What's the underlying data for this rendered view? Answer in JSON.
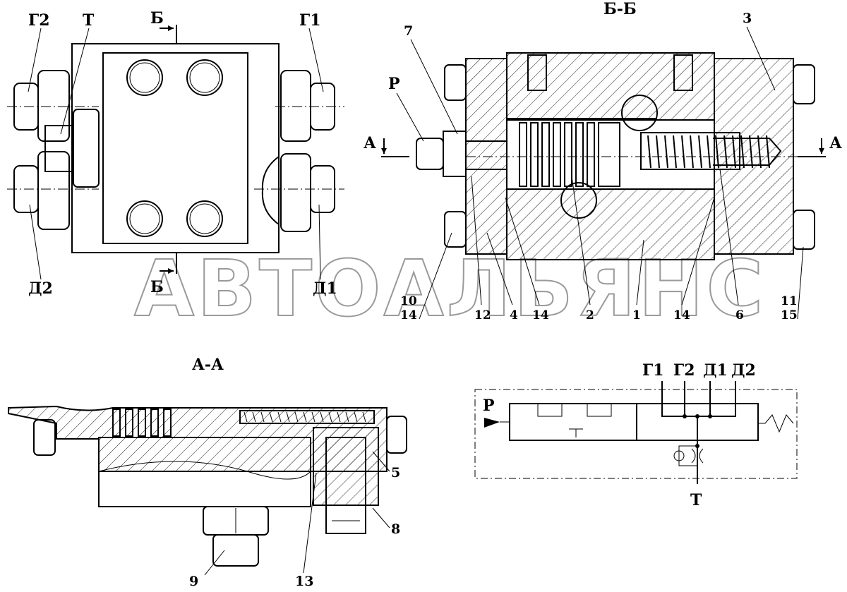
{
  "watermark": "АВТОАЛЬЯНС",
  "views": {
    "top": {
      "port_labels": {
        "g2": "Г2",
        "t": "Т",
        "g1": "Г1",
        "d2": "Д2",
        "d1": "Д1"
      },
      "section_mark_top": "Б",
      "section_mark_bottom": "Б"
    },
    "bb": {
      "title": "Б-Б",
      "port_p": "Р",
      "section_a_left": "А",
      "section_a_right": "А",
      "callouts": {
        "n7": "7",
        "n3": "3",
        "n10": "10",
        "n14a": "14",
        "n12": "12",
        "n4": "4",
        "n14b": "14",
        "n2": "2",
        "n1": "1",
        "n14c": "14",
        "n6": "6",
        "n11": "11",
        "n15": "15"
      }
    },
    "aa": {
      "title": "А-А",
      "callouts": {
        "n5": "5",
        "n8": "8",
        "n9": "9",
        "n13": "13"
      }
    },
    "schematic": {
      "port_g1": "Г1",
      "port_g2": "Г2",
      "port_d1": "Д1",
      "port_d2": "Д2",
      "port_p": "Р",
      "port_t": "Т"
    }
  }
}
